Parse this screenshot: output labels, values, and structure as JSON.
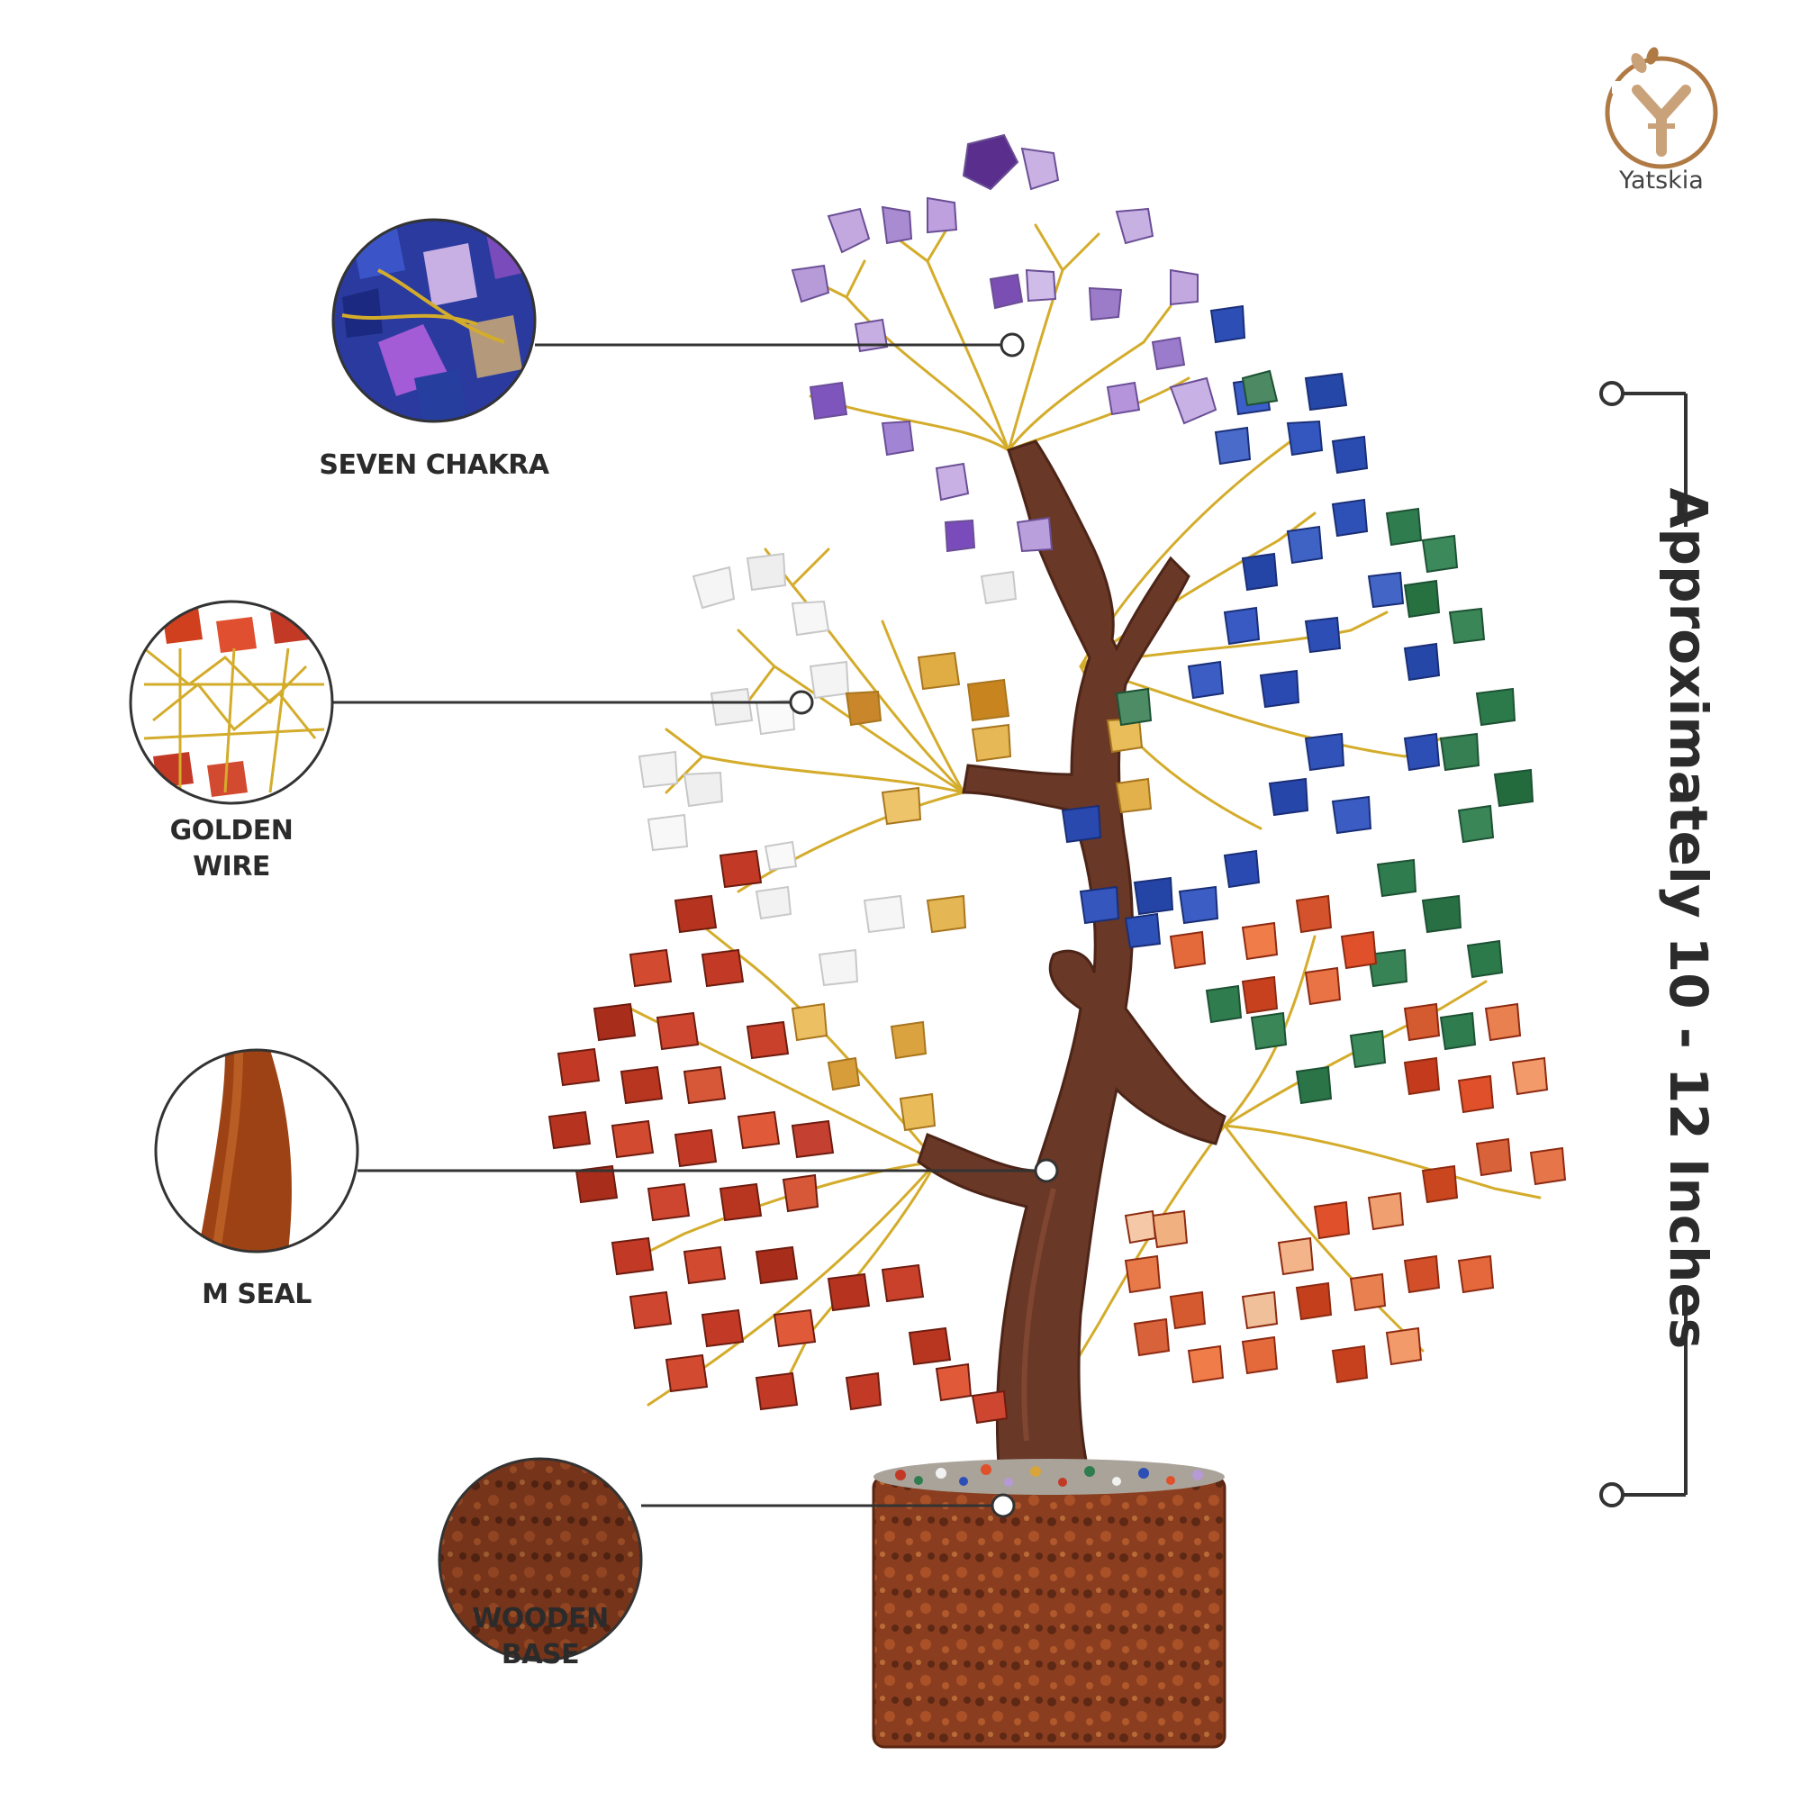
{
  "brand": {
    "name": "Yatskia",
    "ring_color": "#b07a45",
    "monogram_color": "#c9a27a"
  },
  "callouts": [
    {
      "id": "seven-chakra",
      "lines": [
        "SEVEN CHAKRA"
      ],
      "icon": "amethyst-lapis-closeup"
    },
    {
      "id": "golden-wire",
      "lines": [
        "GOLDEN",
        "WIRE"
      ],
      "icon": "golden-wire-closeup"
    },
    {
      "id": "m-seal",
      "lines": [
        "M SEAL"
      ],
      "icon": "m-seal-trunk-closeup"
    },
    {
      "id": "wooden-base",
      "lines": [
        "WOODEN",
        "BASE"
      ],
      "icon": "wooden-base-closeup"
    }
  ],
  "dimension": {
    "text": "Approximately 10 - 12 Inches"
  },
  "colors": {
    "background": "#ffffff",
    "text": "#2b2b2b",
    "leader_line": "#333333",
    "amethyst": "#b59ad6",
    "clear_quartz": "#f1f1f1",
    "lapis": "#2d4fb5",
    "aventurine": "#2f7d4f",
    "citrine": "#d9a53a",
    "carnelian": "#e0502a",
    "red_jasper": "#c23a26",
    "trunk": "#6a3826",
    "wire": "#d4ac2b",
    "base": "#8b3e1f"
  }
}
